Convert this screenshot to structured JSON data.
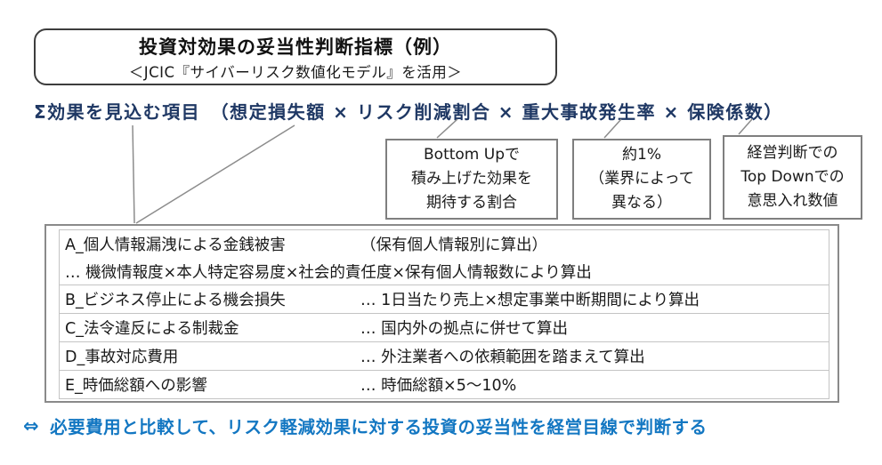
{
  "colors": {
    "formula_text": "#1f3864",
    "conclusion_text": "#1377c2",
    "annotation_border": "#7f7f7f",
    "table_border": "#8a8a8a",
    "row_border": "#c4c4c4",
    "title_border": "#3d3d3d",
    "connector_line": "#8c8c8c"
  },
  "title_box": {
    "line1": "投資対効果の妥当性判断指標（例）",
    "line2": "＜JCIC『サイバーリスク数値化モデル』を活用＞"
  },
  "formula": {
    "text": "Σ効果を見込む項目　（想定損失額 × リスク削減割合 × 重大事故発生率 × 保険係数）"
  },
  "annotations": [
    {
      "lines": [
        "Bottom Upで",
        "積み上げた効果を",
        "期待する割合"
      ]
    },
    {
      "lines": [
        "約1%",
        "（業界によって",
        "異なる）"
      ]
    },
    {
      "lines": [
        "経営判断での",
        "Top Downでの",
        "意思入れ数値"
      ]
    }
  ],
  "table": {
    "rows": [
      {
        "label": "A_個人情報漏洩による金銭被害",
        "desc": "（保有個人情報別に算出）",
        "sub": "… 機微情報度×本人特定容易度×社会的責任度×保有個人情報数により算出"
      },
      {
        "label": "B_ビジネス停止による機会損失",
        "desc": "… 1日当たり売上×想定事業中断期間により算出"
      },
      {
        "label": "C_法令違反による制裁金",
        "desc": "… 国内外の拠点に併せて算出"
      },
      {
        "label": "D_事故対応費用",
        "desc": "… 外注業者への依頼範囲を踏まえて算出"
      },
      {
        "label": "E_時価総額への影響",
        "desc": "… 時価総額×5～10%"
      }
    ]
  },
  "conclusion": {
    "arrow": "⇔",
    "text": "必要費用と比較して、リスク軽減効果に対する投資の妥当性を経営目線で判断する"
  }
}
